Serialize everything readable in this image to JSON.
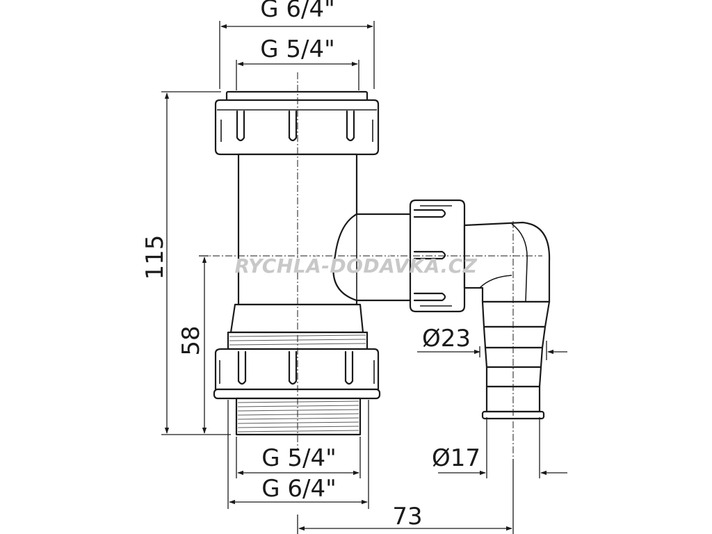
{
  "dimensions": {
    "top_outer": "G 6/4\"",
    "top_inner": "G 5/4\"",
    "bottom_inner": "G 5/4\"",
    "bottom_outer": "G 6/4\"",
    "height_total": "115",
    "height_side": "58",
    "offset": "73",
    "hose_outer": "Ø23",
    "hose_inner": "Ø17"
  },
  "watermark": "RYCHLÁ-DODÁVKA.CZ",
  "colors": {
    "line": "#1a1a1a",
    "watermark": "#c8c8c8",
    "background": "#ffffff"
  }
}
